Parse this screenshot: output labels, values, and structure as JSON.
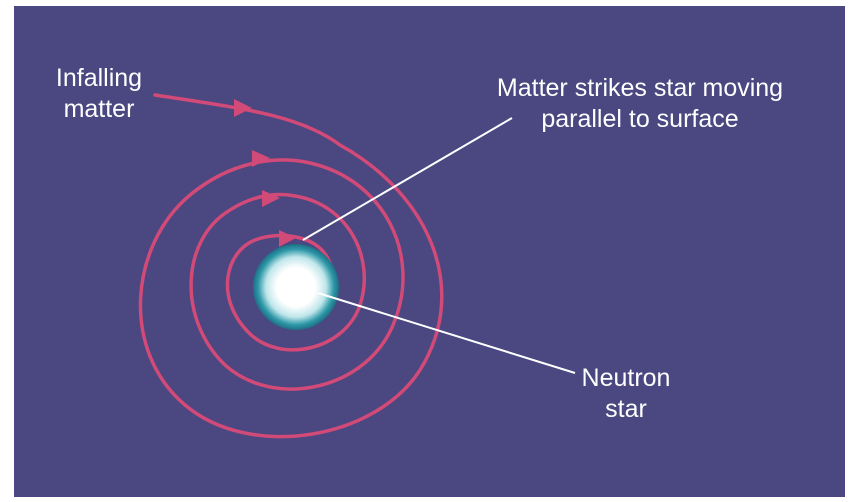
{
  "labels": {
    "infalling_line1": "Infalling",
    "infalling_line2": "matter",
    "strike_line1": "Matter strikes star moving",
    "strike_line2": "parallel to surface",
    "neutron_line1": "Neutron",
    "neutron_line2": "star"
  },
  "colors": {
    "background": "#4a4781",
    "spiral": "#d14a78",
    "leader_lines": "#ffffff",
    "star_core": "#ffffff",
    "star_edge": "#2a8fa0"
  }
}
